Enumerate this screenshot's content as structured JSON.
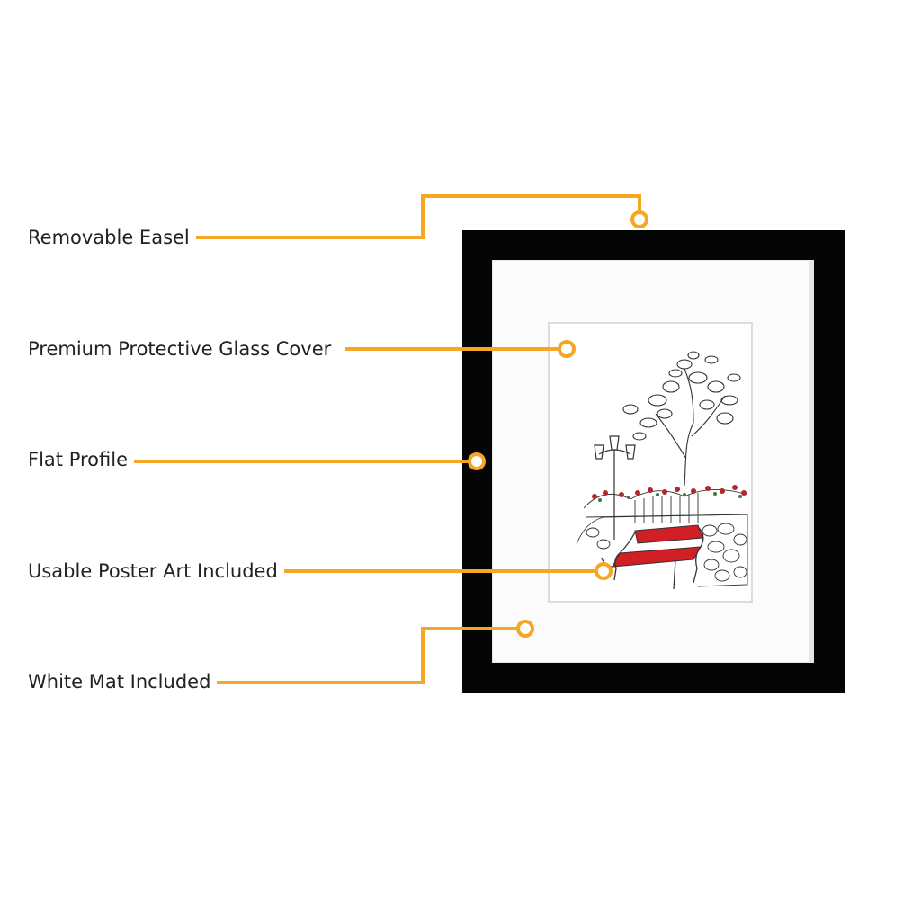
{
  "callouts": [
    {
      "label": "Removable Easel"
    },
    {
      "label": "Premium Protective Glass Cover"
    },
    {
      "label": "Flat Profile"
    },
    {
      "label": "Usable Poster Art Included"
    },
    {
      "label": "White Mat Included"
    }
  ],
  "colors": {
    "accent": "#f5a623",
    "frame": "#050505",
    "mat": "#fbfbfb",
    "bench": "#d21f26",
    "text": "#222222"
  },
  "icons": [
    "callout-dot-icon",
    "bench-icon",
    "tree-icon",
    "lamp-post-icon"
  ]
}
